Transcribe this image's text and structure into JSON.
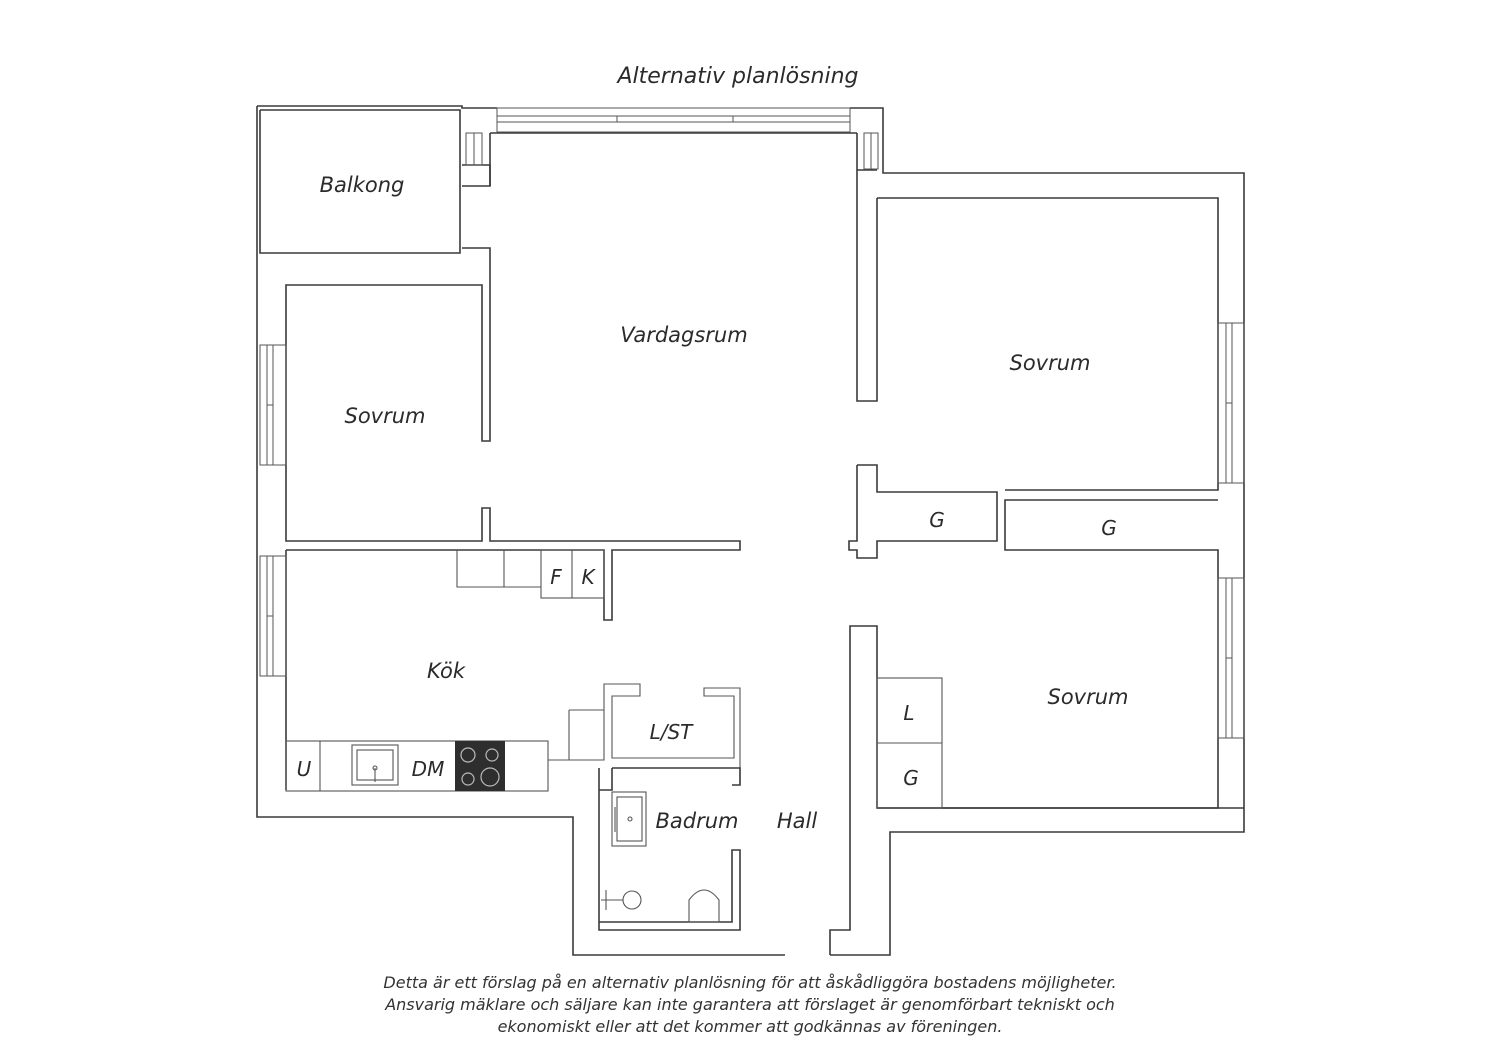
{
  "title": "Alternativ planlösning",
  "rooms": {
    "balkong": "Balkong",
    "vardagsrum": "Vardagsrum",
    "sovrum_left": "Sovrum",
    "sovrum_right_top": "Sovrum",
    "sovrum_right_bottom": "Sovrum",
    "kok": "Kök",
    "badrum": "Badrum",
    "hall": "Hall"
  },
  "fixtures": {
    "f": "F",
    "k": "K",
    "g_closet_1": "G",
    "g_closet_2": "G",
    "g_closet_3": "G",
    "l_closet": "L",
    "l_st": "L/ST",
    "u": "U",
    "dm": "DM"
  },
  "disclaimer": {
    "line1": "Detta är ett förslag på en alternativ planlösning för att åskådliggöra bostadens möjligheter.",
    "line2": "Ansvarig mäklare och säljare kan inte garantera att förslaget är genomförbart tekniskt och",
    "line3": "ekonomiskt eller att det kommer att godkännas av föreningen."
  },
  "colors": {
    "wall": "#3a3a3a",
    "stove": "#2e2e2e"
  }
}
